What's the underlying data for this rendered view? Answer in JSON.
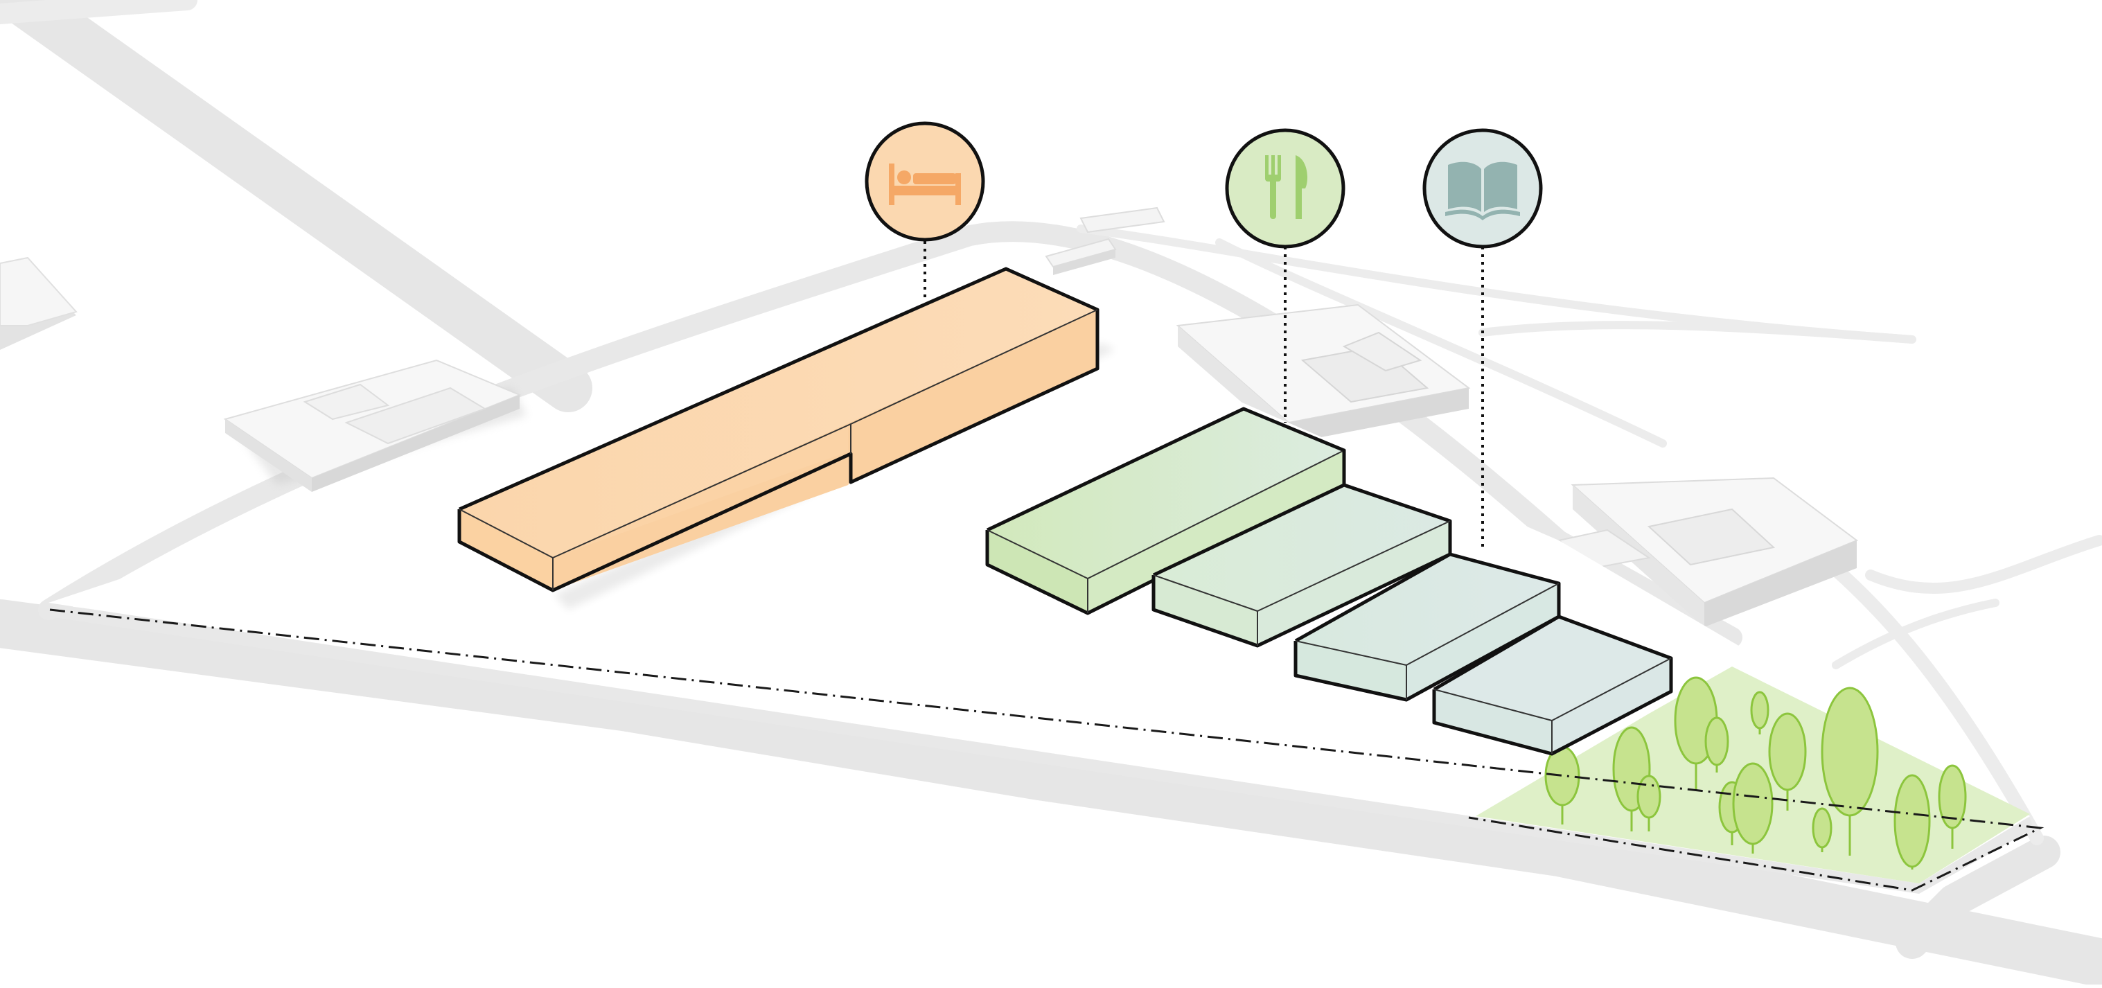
{
  "diagram": {
    "programs": [
      {
        "id": "lodging",
        "icon": "bed-icon",
        "color": "#fbd8b0",
        "edge": "#f5a866"
      },
      {
        "id": "dining",
        "icon": "fork-knife-icon",
        "color": "#d9ebc4",
        "edge": "#9fcf6f"
      },
      {
        "id": "library",
        "icon": "open-book-icon",
        "color": "#dce8e6",
        "edge": "#93b3b0"
      }
    ],
    "colors": {
      "road": "#e9e9e9",
      "road_edge": "#d6d6d6",
      "context_building_top": "#f7f7f7",
      "context_building_side": "#e3e3e3",
      "park_fill": "#dff0c8",
      "tree_fill": "#c6e38e",
      "tree_edge": "#8cc53d",
      "boundary": "#1a1a1a"
    }
  }
}
